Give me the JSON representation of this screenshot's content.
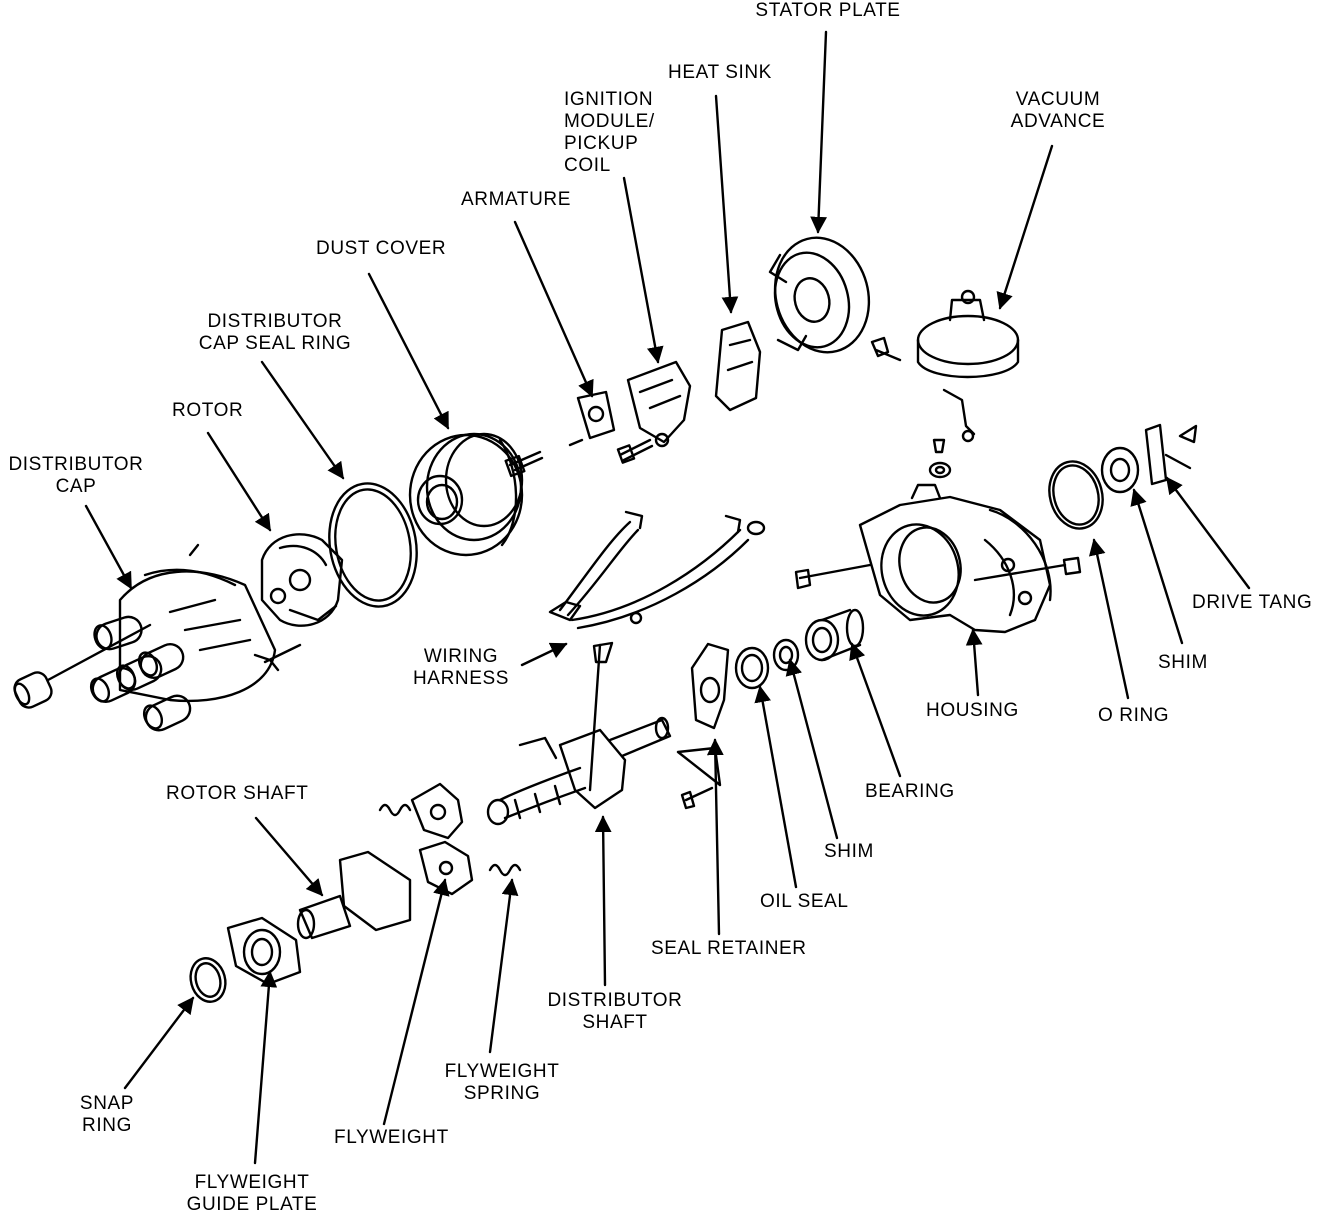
{
  "labels": {
    "stator_plate": "STATOR PLATE",
    "heat_sink": "HEAT SINK",
    "ignition_module": [
      "IGNITION",
      "MODULE/",
      "PICKUP",
      "COIL"
    ],
    "vacuum_advance": [
      "VACUUM",
      "ADVANCE"
    ],
    "armature": "ARMATURE",
    "dust_cover": "DUST COVER",
    "cap_seal_ring": [
      "DISTRIBUTOR",
      "CAP SEAL RING"
    ],
    "rotor": "ROTOR",
    "distributor_cap": [
      "DISTRIBUTOR",
      "CAP"
    ],
    "wiring_harness": [
      "WIRING",
      "HARNESS"
    ],
    "drive_tang": "DRIVE TANG",
    "shim_upper": "SHIM",
    "housing": "HOUSING",
    "o_ring": "O RING",
    "bearing": "BEARING",
    "shim_lower": "SHIM",
    "oil_seal": "OIL SEAL",
    "seal_retainer": "SEAL RETAINER",
    "distributor_shaft": [
      "DISTRIBUTOR",
      "SHAFT"
    ],
    "rotor_shaft": "ROTOR SHAFT",
    "flyweight_spring": [
      "FLYWEIGHT",
      "SPRING"
    ],
    "flyweight": "FLYWEIGHT",
    "snap_ring": [
      "SNAP",
      "RING"
    ],
    "flyweight_guide_plate": [
      "FLYWEIGHT",
      "GUIDE PLATE"
    ]
  },
  "style": {
    "line_color": "#000000",
    "background": "#ffffff"
  }
}
